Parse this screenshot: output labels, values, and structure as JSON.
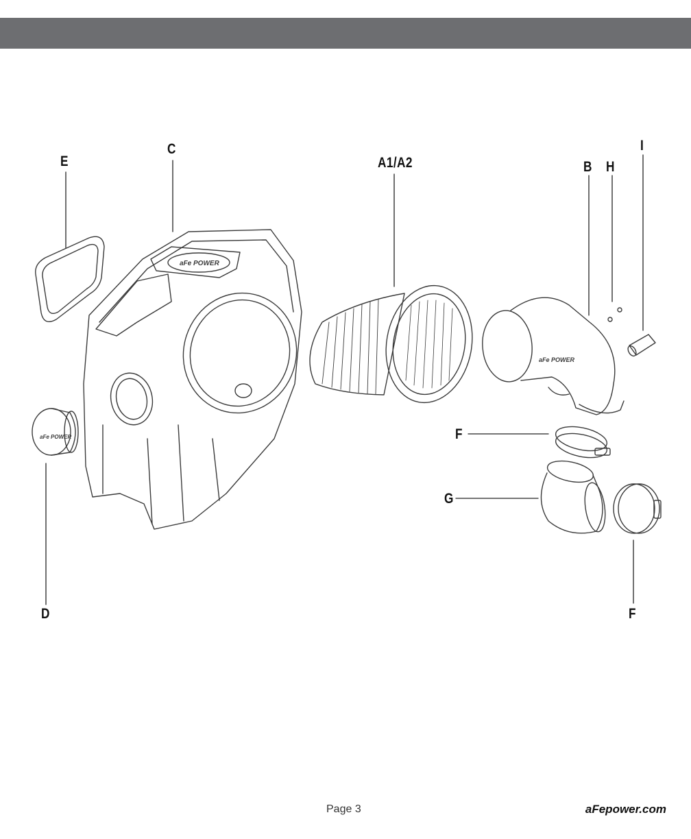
{
  "callouts": {
    "E": "E",
    "C": "C",
    "A1A2": "A1/A2",
    "B": "B",
    "H": "H",
    "I": "I",
    "F_upper": "F",
    "G": "G",
    "D": "D",
    "F_lower": "F"
  },
  "part_lettering": {
    "lid_logo": "aFe POWER",
    "cap_logo": "aFe POWER",
    "tube_logo": "aFe POWER"
  },
  "footer": {
    "page": "Page 3",
    "site": "aFepower.com"
  },
  "colors": {
    "header_bar": "#6d6e71",
    "line_art": "#3a3a3a"
  }
}
